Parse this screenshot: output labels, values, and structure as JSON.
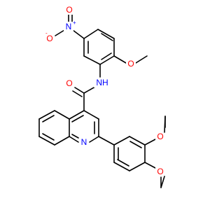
{
  "atoms": {
    "nitro_n": "N",
    "nitro_n_charge": "+",
    "nitro_o_up": "O",
    "nitro_o_left": "O",
    "nitro_o_charge": "-",
    "methoxy_o_top": "O",
    "amide_n": "NH",
    "amide_o": "O",
    "quinoline_n": "N",
    "methoxy_o_right1": "O",
    "methoxy_o_right2": "O"
  },
  "colors": {
    "bond": "#000000",
    "nitrogen": "#0000ff",
    "oxygen": "#ff0000",
    "background": "#ffffff"
  }
}
